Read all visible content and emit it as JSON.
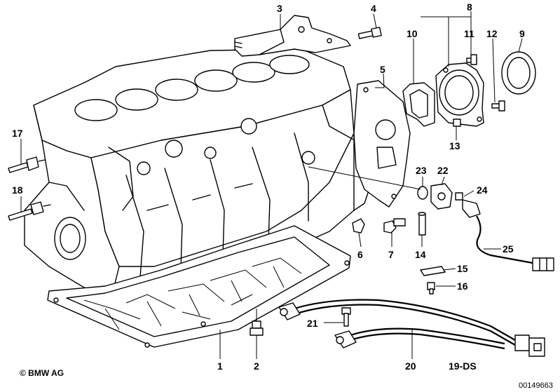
{
  "diagram": {
    "callouts": [
      "1",
      "2",
      "3",
      "4",
      "5",
      "6",
      "7",
      "8",
      "9",
      "10",
      "11",
      "12",
      "13",
      "14",
      "15",
      "16",
      "17",
      "18",
      "19-DS",
      "20",
      "21",
      "22",
      "23",
      "24",
      "25"
    ],
    "copyright": "© BMW AG",
    "image_number": "00149663"
  }
}
